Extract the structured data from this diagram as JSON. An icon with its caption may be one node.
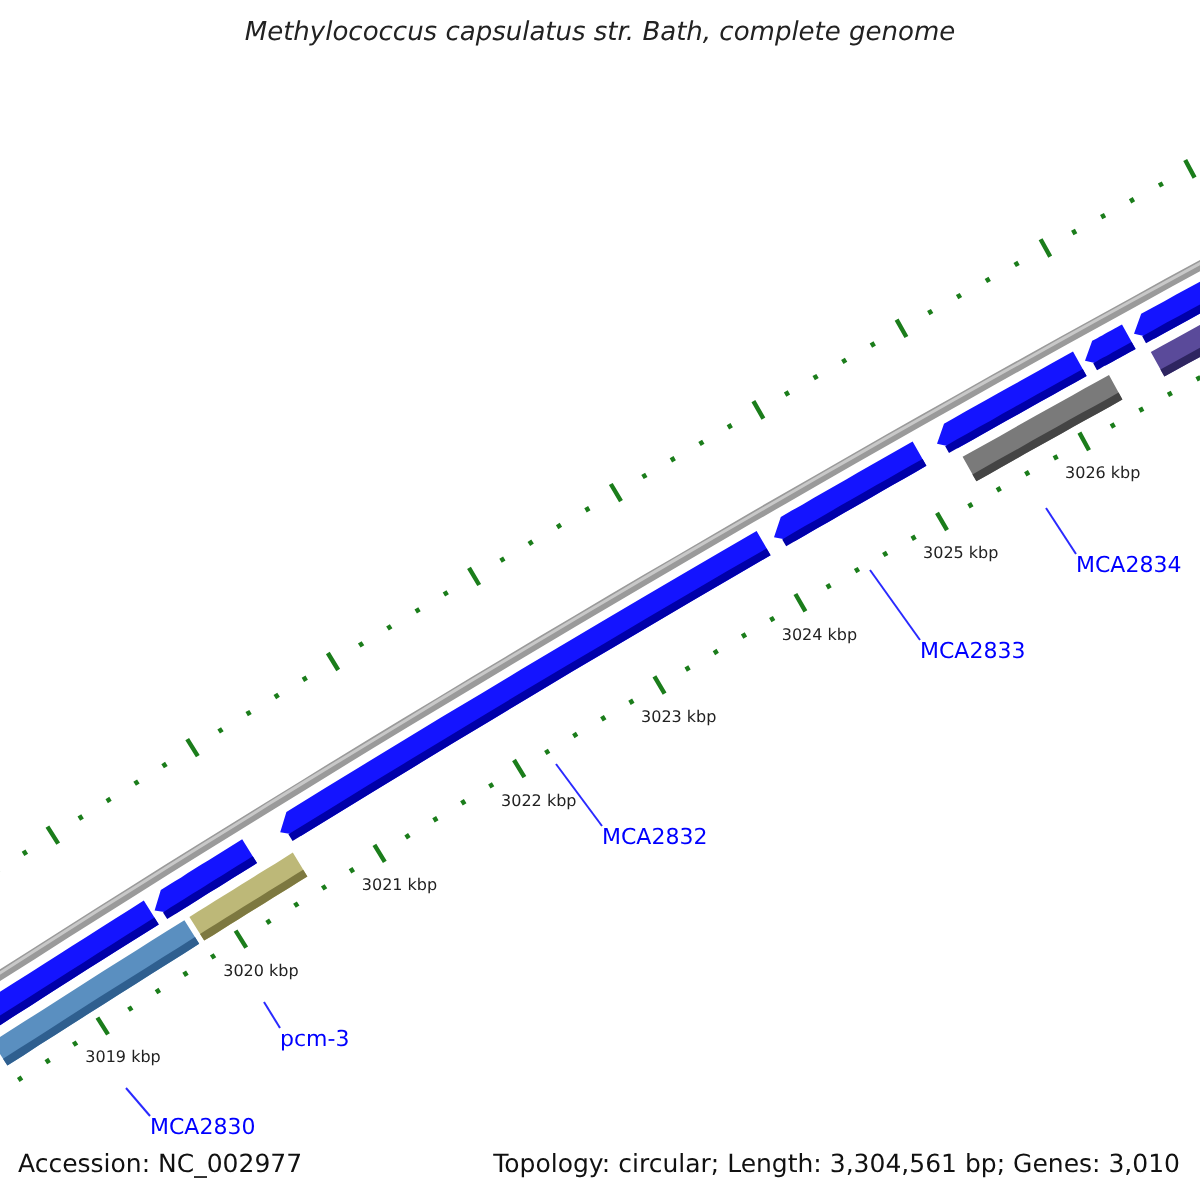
{
  "diagram": {
    "title": "Methylococcus capsulatus str. Bath, complete genome",
    "nodes": [
      {
        "text": [
          "MCA2834"
        ]
      },
      {
        "text": [
          "MCA2833"
        ]
      },
      {
        "text": [
          "MCA2832"
        ]
      },
      {
        "text": [
          "pcm-3"
        ]
      },
      {
        "text": [
          "MCA2830"
        ]
      }
    ],
    "edges": [
      {
        "from": 0,
        "to": null,
        "arrow": "none"
      },
      {
        "from": 1,
        "to": null,
        "arrow": "none"
      },
      {
        "from": 2,
        "to": null,
        "arrow": "none"
      },
      {
        "from": 3,
        "to": null,
        "arrow": "none"
      },
      {
        "from": 4,
        "to": null,
        "arrow": "none"
      }
    ],
    "labels": [
      "3026 kbp",
      "3025 kbp",
      "3024 kbp",
      "3023 kbp",
      "3022 kbp",
      "3021 kbp",
      "3020 kbp",
      "3019 kbp",
      "Accession: NC_002977",
      "Topology: circular; Length: 3,304,561 bp; Genes: 3,010"
    ]
  }
}
